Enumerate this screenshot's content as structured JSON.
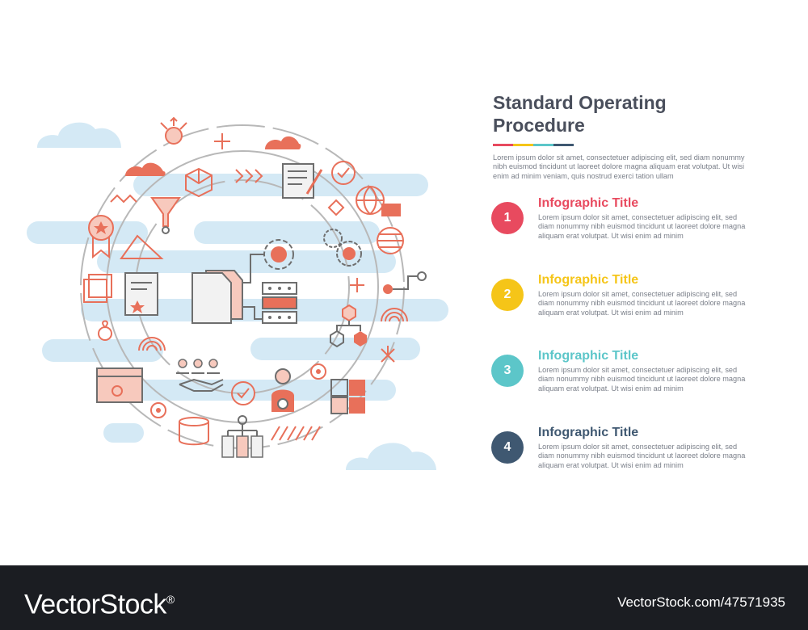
{
  "header": {
    "title": "Standard Operating Procedure",
    "intro": "Lorem ipsum dolor sit amet, consectetuer adipiscing elit, sed diam nonummy nibh euismod tincidunt ut laoreet dolore magna aliquam erat volutpat. Ut wisi enim ad minim veniam, quis nostrud exerci tation ullam",
    "bar_colors": [
      "#e84a5f",
      "#f5c518",
      "#5cc6c9",
      "#3f5871"
    ]
  },
  "steps": [
    {
      "number": "1",
      "title": "Infographic Title",
      "text": "Lorem ipsum dolor sit amet, consectetuer adipiscing elit, sed diam nonummy nibh euismod tincidunt ut laoreet dolore magna aliquam erat volutpat. Ut wisi enim ad minim",
      "color": "#e84a5f"
    },
    {
      "number": "2",
      "title": "Infographic Title",
      "text": "Lorem ipsum dolor sit amet, consectetuer adipiscing elit, sed diam nonummy nibh euismod tincidunt ut laoreet dolore magna aliquam erat volutpat. Ut wisi enim ad minim",
      "color": "#f5c518"
    },
    {
      "number": "3",
      "title": "Infographic Title",
      "text": "Lorem ipsum dolor sit amet, consectetuer adipiscing elit, sed diam nonummy nibh euismod tincidunt ut laoreet dolore magna aliquam erat volutpat. Ut wisi enim ad minim",
      "color": "#5cc6c9"
    },
    {
      "number": "4",
      "title": "Infographic Title",
      "text": "Lorem ipsum dolor sit amet, consectetuer adipiscing elit, sed diam nonummy nibh euismod tincidunt ut laoreet dolore magna aliquam erat volutpat. Ut wisi enim ad minim",
      "color": "#3f5871"
    }
  ],
  "illustration": {
    "accent_color": "#e8705a",
    "fill_color": "#f7c9bd",
    "line_color": "#6e6e6e",
    "cloud_color": "#d4e9f5",
    "icons": [
      "document-icon",
      "gear-icon",
      "server-icon",
      "worker-icon",
      "puzzle-icon",
      "globe-icon",
      "checkmark-icon",
      "award-icon",
      "funnel-icon",
      "cube-icon",
      "handshake-icon",
      "database-icon",
      "hierarchy-icon",
      "browser-tools-icon",
      "cloud-icon"
    ]
  },
  "watermark": {
    "brand": "VectorStock",
    "registered": "®",
    "id_text": "VectorStock.com/47571935"
  }
}
